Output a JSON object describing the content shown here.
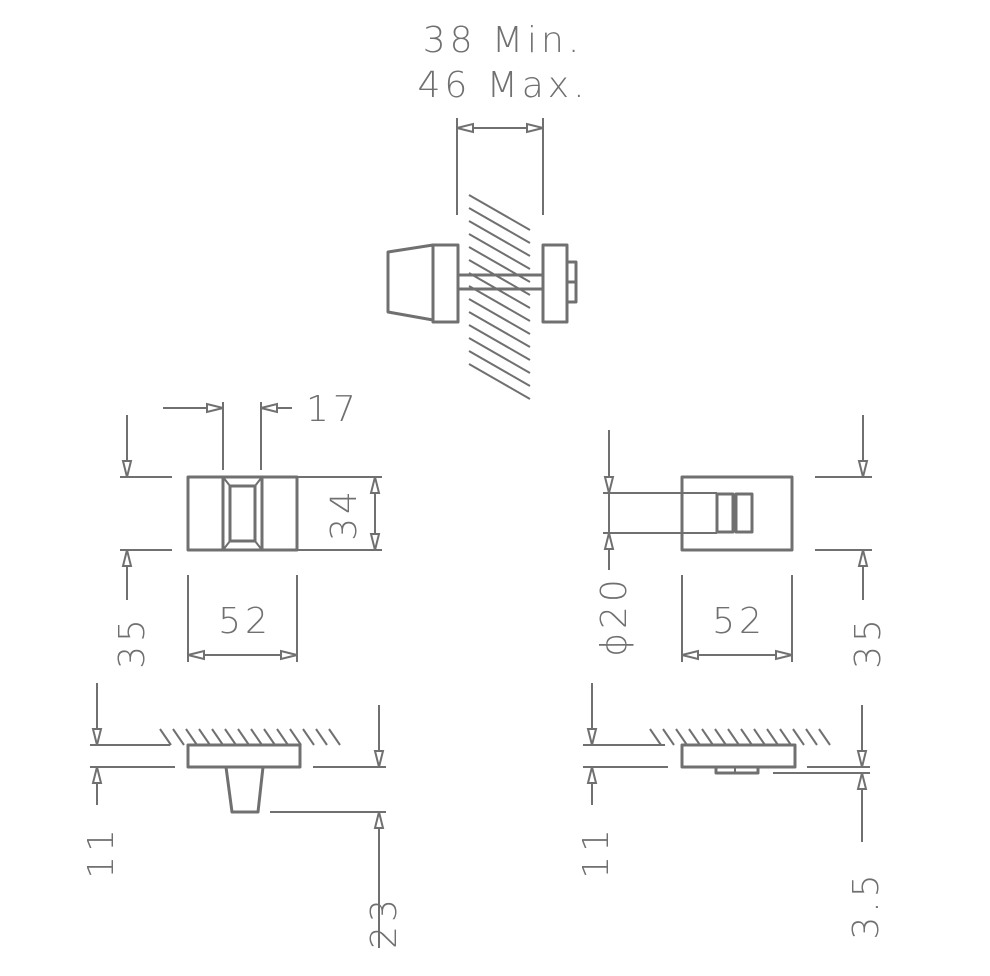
{
  "drawing": {
    "line_color": "#707070",
    "thickness": {
      "min_label": "38 Min.",
      "max_label": "46 Max."
    },
    "left_view": {
      "slot_width": "17",
      "height": "34",
      "width": "52",
      "overall_height": "35",
      "depth_rose": "11",
      "depth_total": "23"
    },
    "right_view": {
      "indicator_diameter": "ϕ20",
      "width": "52",
      "overall_height": "35",
      "depth_rose": "11",
      "depth_indicator": "3.5"
    }
  }
}
